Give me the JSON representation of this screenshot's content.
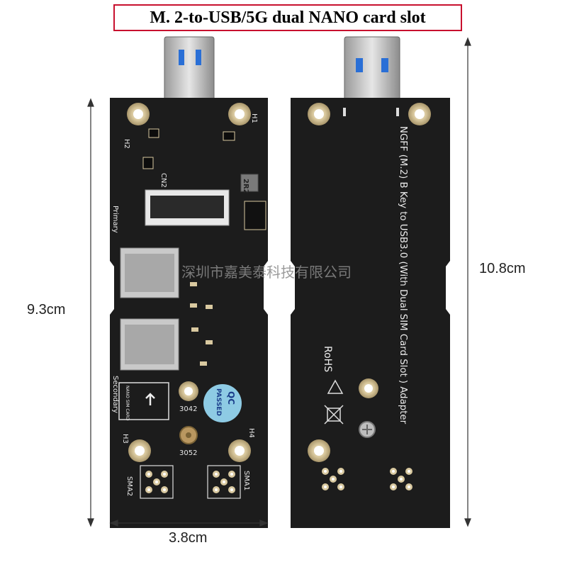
{
  "title": "M. 2-to-USB/5G dual NANO card slot",
  "dimensions": {
    "pcb_length": "9.3cm",
    "total_length": "10.8cm",
    "width": "3.8cm"
  },
  "watermark": "深圳市嘉美泰科技有限公司",
  "front_labels": {
    "h1": "H1",
    "h2": "H2",
    "h3": "H3",
    "h4": "H4",
    "cn2": "CN2",
    "primary": "Primary",
    "secondary": "Secondary",
    "sma1": "SMA1",
    "sma2": "SMA2",
    "hole_3042": "3042",
    "hole_3052": "3052",
    "sim_label": "NANO SIM CARD",
    "qc_top": "QC",
    "qc_bottom": "PASSED",
    "inductor": "2R2"
  },
  "back_text": {
    "description": "NGFF (M.2) B Key to USB3.0 (With Dual SIM Card Slot ) Adapter",
    "rohs": "RoHS"
  },
  "colors": {
    "pcb": "#1c1c1c",
    "pad_gold": "#d9c9a0",
    "usb_blue": "#2a6fd6",
    "title_border": "#c8102e"
  }
}
